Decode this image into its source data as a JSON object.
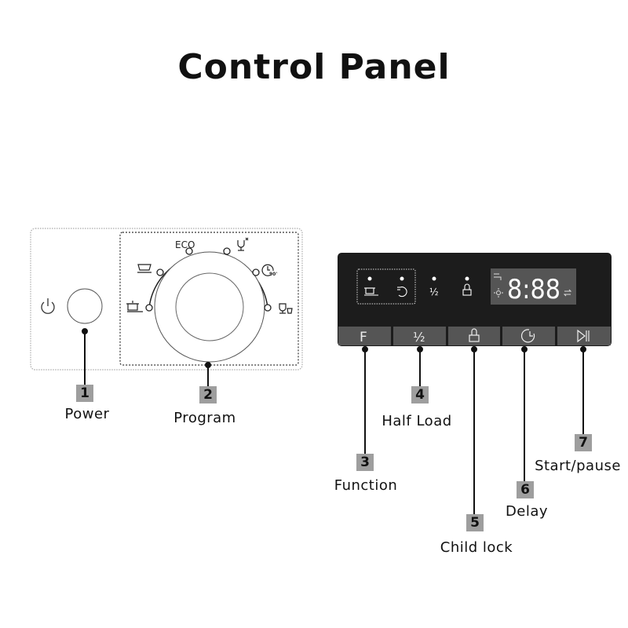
{
  "title": "Control Panel",
  "dial_panel": {
    "program_labels": {
      "eco": "ECO",
      "quick_minutes": "90'"
    },
    "program_icons": [
      "intensive-pot-icon",
      "bowl-icon",
      "eco",
      "glass-icon",
      "clock-90-icon",
      "glass-cup-icon"
    ]
  },
  "button_panel": {
    "display": "8:88",
    "indicators": [
      "intensive-icon",
      "extra-dry-icon",
      "half-load-icon",
      "child-lock-icon"
    ],
    "indicator_half": "½",
    "buttons": [
      {
        "name": "function",
        "glyph": "F"
      },
      {
        "name": "half-load",
        "glyph": "½"
      },
      {
        "name": "child-lock",
        "icon": "lock-icon"
      },
      {
        "name": "delay",
        "icon": "clock-icon"
      },
      {
        "name": "start-pause",
        "icon": "play-pause-icon"
      }
    ],
    "colors": {
      "panel": "#1c1c1c",
      "button": "#555555",
      "display": "#555555"
    }
  },
  "callouts": [
    {
      "num": "1",
      "label": "Power"
    },
    {
      "num": "2",
      "label": "Program"
    },
    {
      "num": "3",
      "label": "Function"
    },
    {
      "num": "4",
      "label": "Half Load"
    },
    {
      "num": "5",
      "label": "Child lock"
    },
    {
      "num": "6",
      "label": "Delay"
    },
    {
      "num": "7",
      "label": "Start/pause"
    }
  ]
}
